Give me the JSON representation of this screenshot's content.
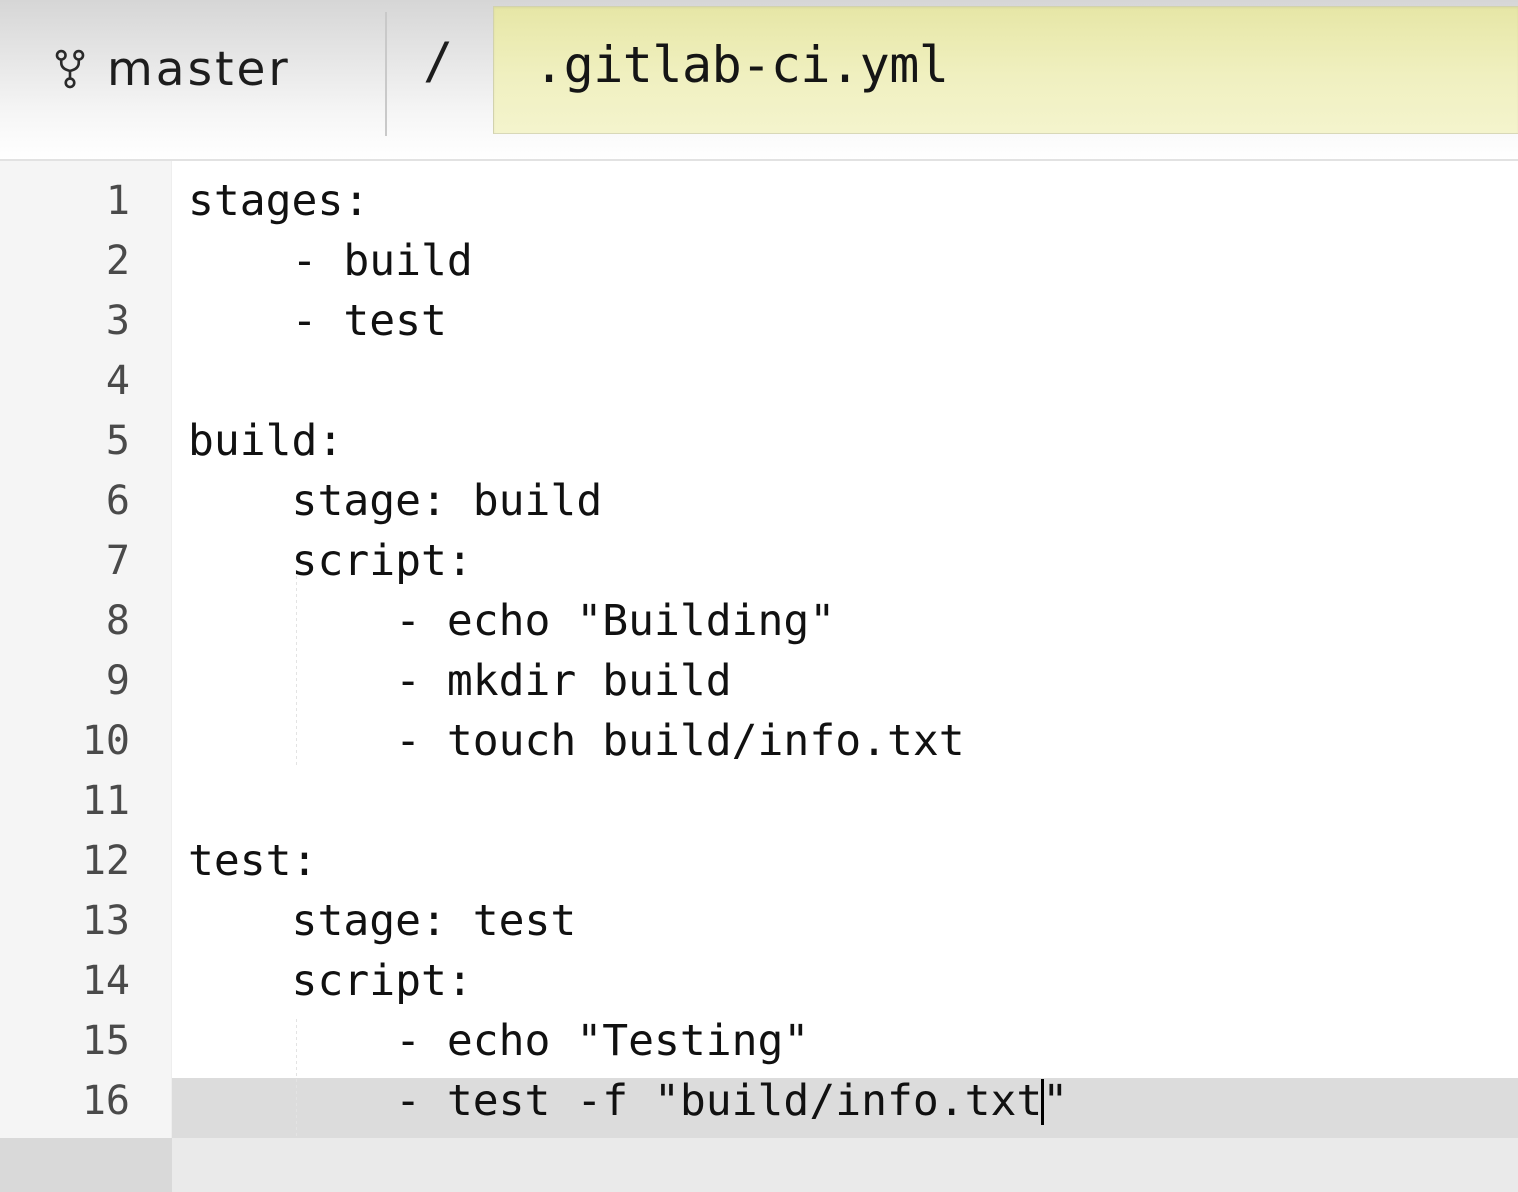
{
  "header": {
    "branch_icon": "git-branch-icon",
    "branch_name": "master",
    "path_separator": "/",
    "filename": ".gitlab-ci.yml",
    "filename_field_bg": "#f0f0c0",
    "header_bg": "#dedede"
  },
  "editor": {
    "language": "yaml",
    "active_line_number": 16,
    "active_line_bg": "#dcdcdc",
    "gutter_bg": "#f5f5f5",
    "code_bg": "#ffffff",
    "text_color": "#111111",
    "caret_visible": true,
    "caret_line": 16,
    "caret_column": 36,
    "line_numbers": [
      "1",
      "2",
      "3",
      "4",
      "5",
      "6",
      "7",
      "8",
      "9",
      "10",
      "11",
      "12",
      "13",
      "14",
      "15",
      "16"
    ],
    "lines": [
      "stages:",
      "    - build",
      "    - test",
      "",
      "build:",
      "    stage: build",
      "    script:",
      "        - echo \"Building\"",
      "        - mkdir build",
      "        - touch build/info.txt",
      "",
      "test:",
      "    stage: test",
      "    script:",
      "        - echo \"Testing\"",
      "        - test -f \"build/info.txt"
    ],
    "line_16_after_caret": "\""
  }
}
